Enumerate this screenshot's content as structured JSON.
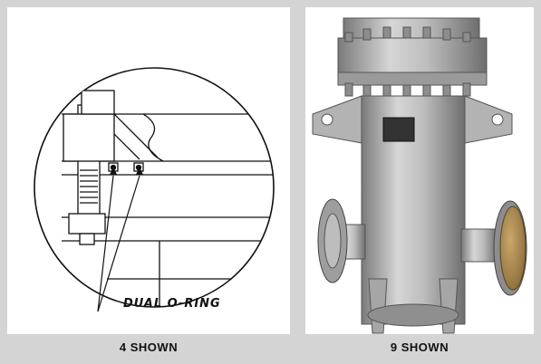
{
  "left_panel": {
    "callout_label": "DUAL O-RING",
    "caption": "4 SHOWN"
  },
  "right_panel": {
    "caption": "9 SHOWN"
  },
  "colors": {
    "background": "#d4d4d4",
    "panel": "#ffffff",
    "steel": "#b8b8b8"
  }
}
